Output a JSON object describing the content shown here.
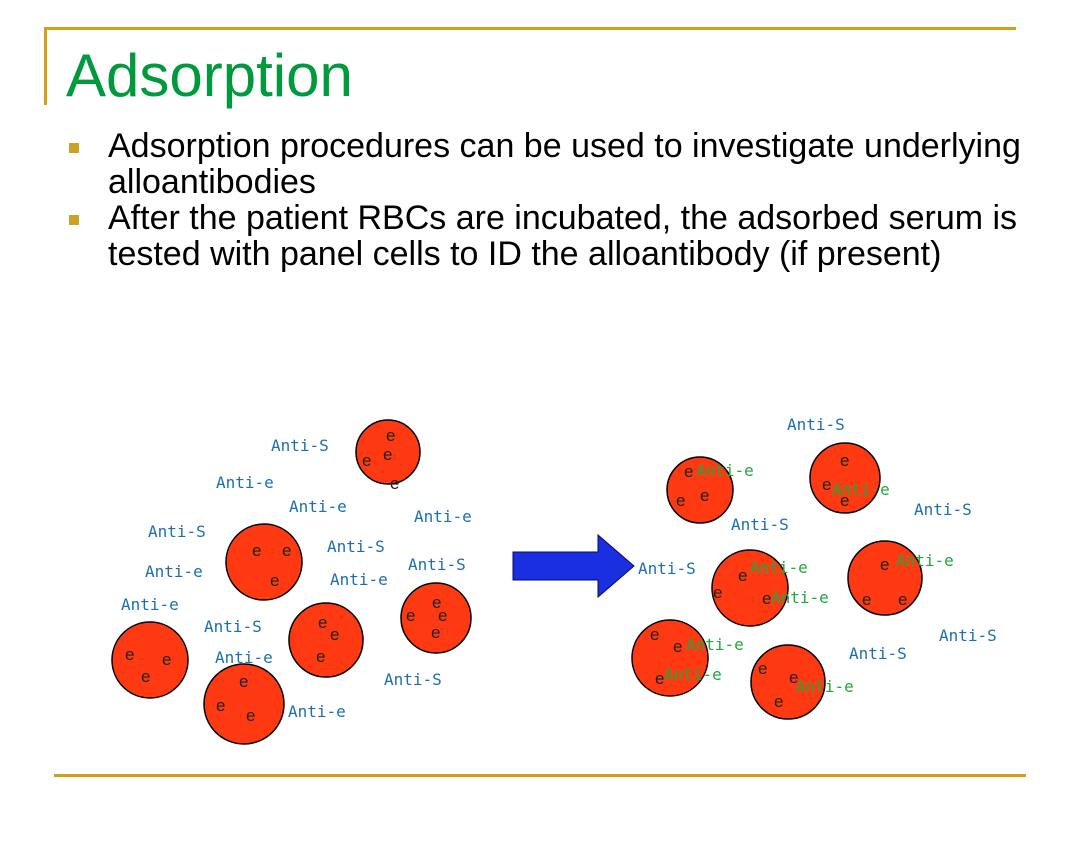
{
  "title": "Adsorption",
  "bullets": [
    "Adsorption procedures can be used to investigate underlying alloantibodies",
    "After the patient RBCs are incubated, the adsorbed serum is tested with panel cells to ID the alloantibody (if present)"
  ],
  "antigen_label": "e",
  "anti_s_label": "Anti-S",
  "anti_e_label": "Anti-e",
  "colors": {
    "rbc": "#ff3a12",
    "arrow": "#1a2fe0",
    "title": "#009a3e",
    "frame": "#d4a017",
    "anti_s": "#1b6fb0",
    "anti_e_bound": "#22a83a"
  }
}
